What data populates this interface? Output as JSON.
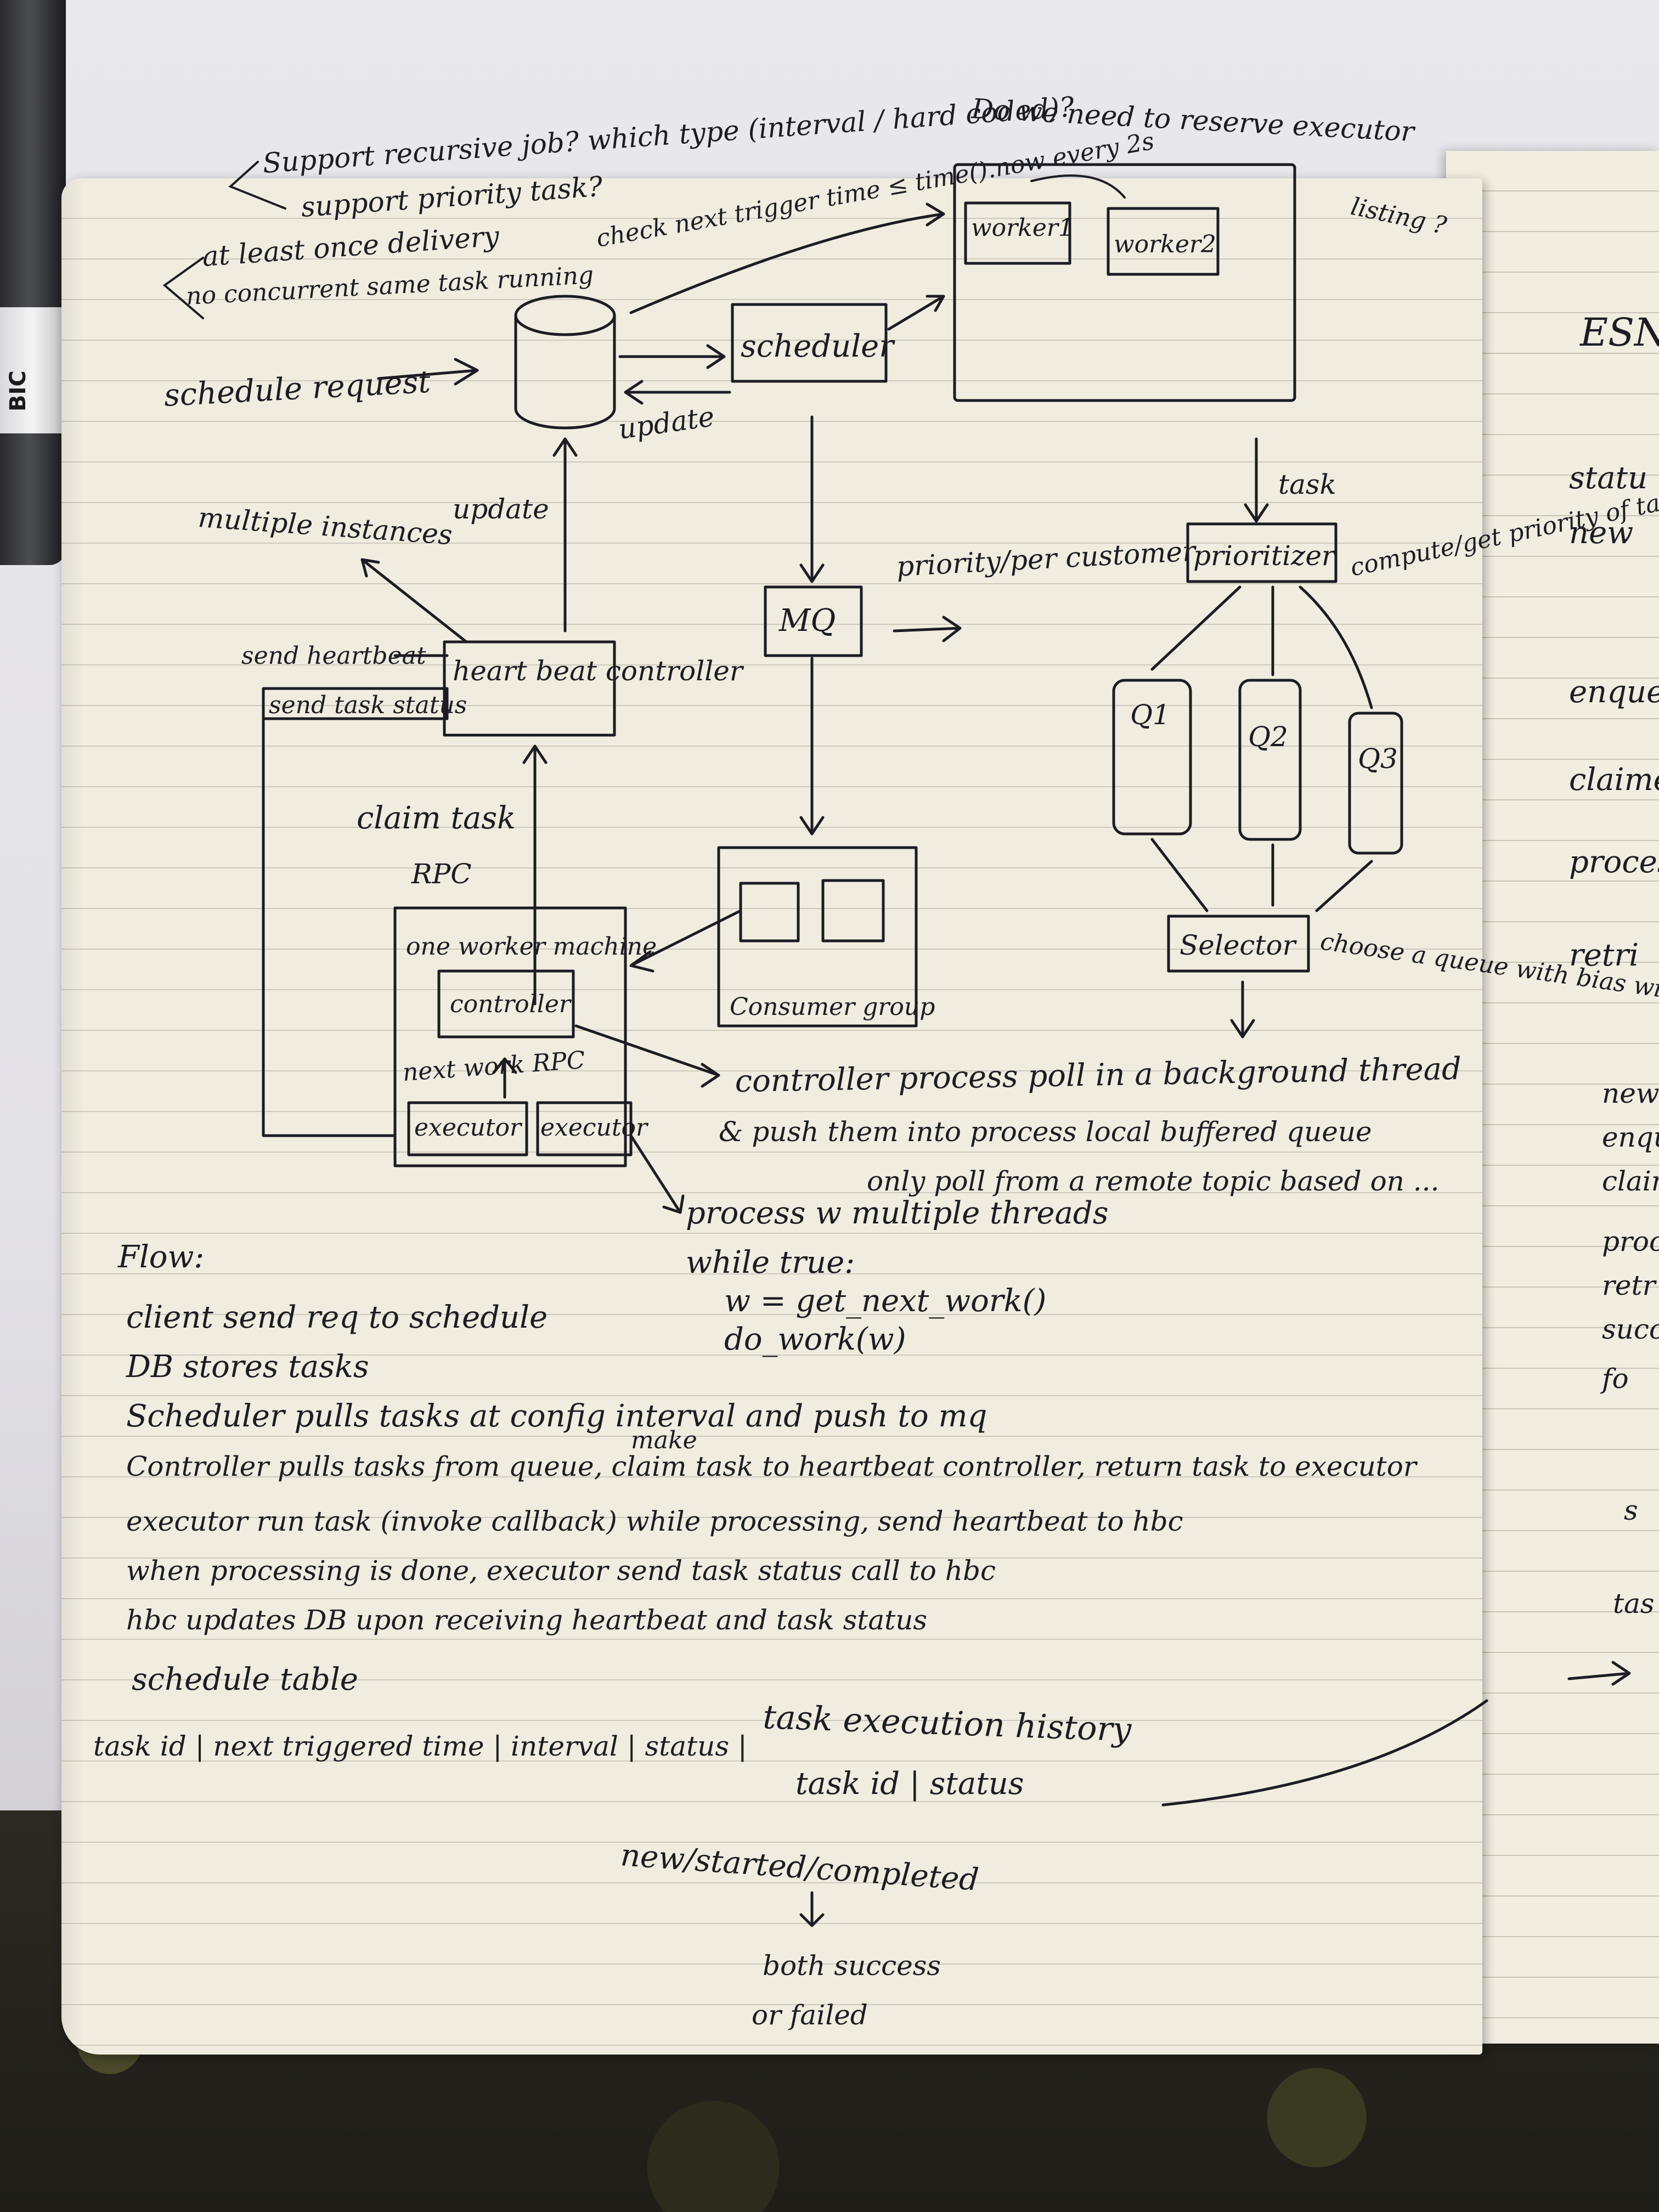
{
  "pen": {
    "label": "BIC"
  },
  "right_page": {
    "lines": [
      "ESN",
      "statu",
      "new",
      "enque",
      "claime",
      "proces",
      "retri",
      "new",
      "enqu",
      "claim",
      "proc",
      "retr",
      "succ",
      "fo",
      "s",
      "tas"
    ]
  },
  "notes": {
    "questions": [
      "Support recursive job? which type (interval / hard coded)?",
      "Do we need to reserve executor",
      "listing ?",
      "support priority task?",
      "at least once delivery",
      "no concurrent same task running"
    ],
    "check": "check next trigger time ≤ time().now every 2s"
  },
  "diagram": {
    "schedule_request": "schedule request",
    "scheduler": "scheduler",
    "update_db": "update",
    "worker1": "worker1",
    "worker2": "worker2",
    "task": "task",
    "prioritizer": "prioritizer",
    "compute_priority": "compute/get priority of task",
    "priority_per_customer": "priority/per customer",
    "mq": "MQ",
    "q1": "Q1",
    "q2": "Q2",
    "q3": "Q3",
    "selector": "Selector",
    "choose_queue": "choose a queue with bias with higher priority",
    "multiple_instances": "multiple instances",
    "update_hbc": "update",
    "send_heartbeat": "send heartbeat",
    "send_task_status": "send task status",
    "heartbeat_controller": "heart beat controller",
    "claim_task": "claim task",
    "rpc": "RPC",
    "one_worker_machine": "one worker machine",
    "controller": "controller",
    "next_work_rpc": "next work RPC",
    "executor1": "executor",
    "executor2": "executor",
    "consumer_group": "Consumer group",
    "controller_note_1": "controller process poll in a background thread",
    "controller_note_2": "& push them into process local buffered queue",
    "controller_note_3": "only poll from a remote topic based on ...",
    "process_note": "process w multiple threads",
    "code_1": "while true:",
    "code_2": "w = get_next_work()",
    "code_3": "do_work(w)"
  },
  "flow": {
    "title": "Flow:",
    "steps": [
      "client send req to schedule",
      "DB stores tasks",
      "Scheduler pulls tasks at config interval and push to mq",
      "Controller pulls tasks from queue, claim task to heartbeat controller, return task to executor",
      "executor run task (invoke callback) while processing, send heartbeat to hbc",
      "when processing is done, executor send task status call to hbc",
      "hbc updates DB upon receiving heartbeat and task status"
    ],
    "make": "make"
  },
  "tables": {
    "schedule_title": "schedule table",
    "schedule_cols": "task id | next triggered time | interval | status |",
    "status_values": "new/started/completed",
    "status_note_1": "both success",
    "status_note_2": "or failed",
    "history_title": "task execution history",
    "history_cols": "task id | status"
  }
}
